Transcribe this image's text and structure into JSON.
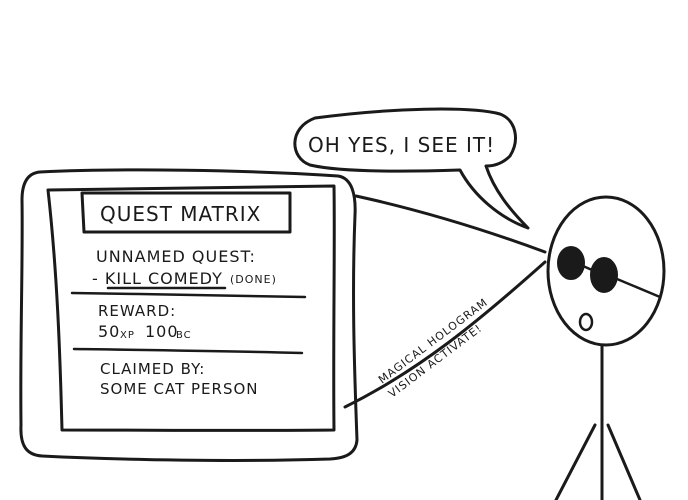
{
  "speech_bubble": {
    "text": "OH YES, I SEE IT!"
  },
  "hologram_caption": {
    "line1": "MAGICAL HOLOGRAM",
    "line2": "VISION ACTIVATE!"
  },
  "quest_panel": {
    "title": "QUEST MATRIX",
    "quest_name": "UNNAMED QUEST:",
    "objective": "- KILL COMEDY",
    "objective_status": "(DONE)",
    "reward_label": "REWARD:",
    "reward_xp_value": "50",
    "reward_xp_unit": "XP",
    "reward_bc_value": "100",
    "reward_bc_unit": "BC",
    "claimed_label": "CLAIMED BY:",
    "claimed_value": "SOME CAT PERSON"
  }
}
